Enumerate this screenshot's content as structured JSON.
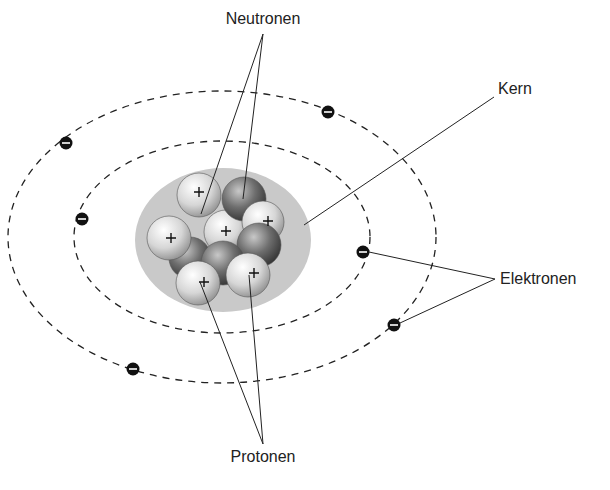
{
  "diagram": {
    "labels": [
      "Neutronen",
      "Kern",
      "Elektronen",
      "Protonen"
    ]
  }
}
